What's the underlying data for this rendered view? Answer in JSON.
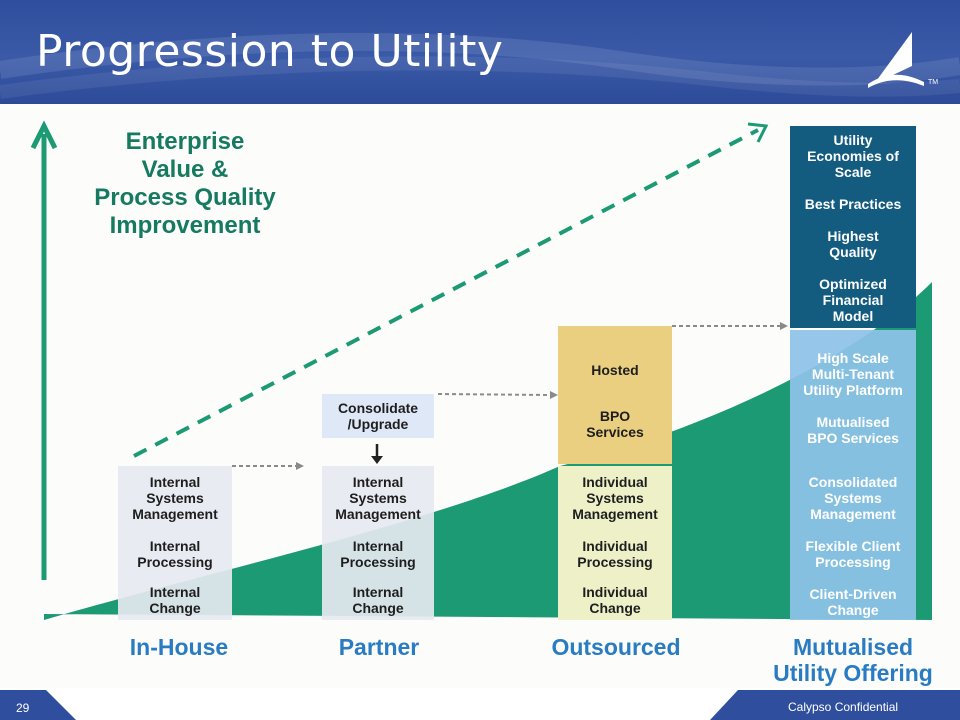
{
  "slide": {
    "title": "Progression to Utility",
    "trademark": "TM",
    "page_number": "29",
    "footer_text": "Calypso Confidential"
  },
  "axis_label": {
    "line1": "Enterprise",
    "line2": "Value &",
    "line3": "Process Quality",
    "line4": "Improvement"
  },
  "stages": {
    "in_house": {
      "label": "In-House",
      "items": [
        "Internal Systems Management",
        "Internal Processing",
        "Internal Change"
      ]
    },
    "partner": {
      "label": "Partner",
      "header": "Consolidate /Upgrade",
      "items": [
        "Internal Systems Management",
        "Internal Processing",
        "Internal Change"
      ]
    },
    "outsourced": {
      "label": "Outsourced",
      "top_items": [
        "Hosted",
        "BPO Services"
      ],
      "items": [
        "Individual Systems Management",
        "Individual Processing",
        "Individual Change"
      ]
    },
    "utility": {
      "label_line1": "Mutualised",
      "label_line2": "Utility Offering",
      "top_items": [
        "Utility Economies of Scale",
        "Best Practices",
        "Highest Quality",
        "Optimized Financial Model"
      ],
      "items": [
        "High Scale Multi-Tenant Utility Platform",
        "Mutualised BPO Services",
        "Consolidated Systems Management",
        "Flexible Client Processing",
        "Client-Driven Change"
      ]
    }
  },
  "colors": {
    "header_blue": "#2f4f9e",
    "green": "#1b9a73",
    "dark_teal": "#135c80",
    "light_blue": "#8ec3e8",
    "gold": "#e9cf7f",
    "pale_yellow": "#eef1c7",
    "label_blue": "#2a7cc2"
  }
}
